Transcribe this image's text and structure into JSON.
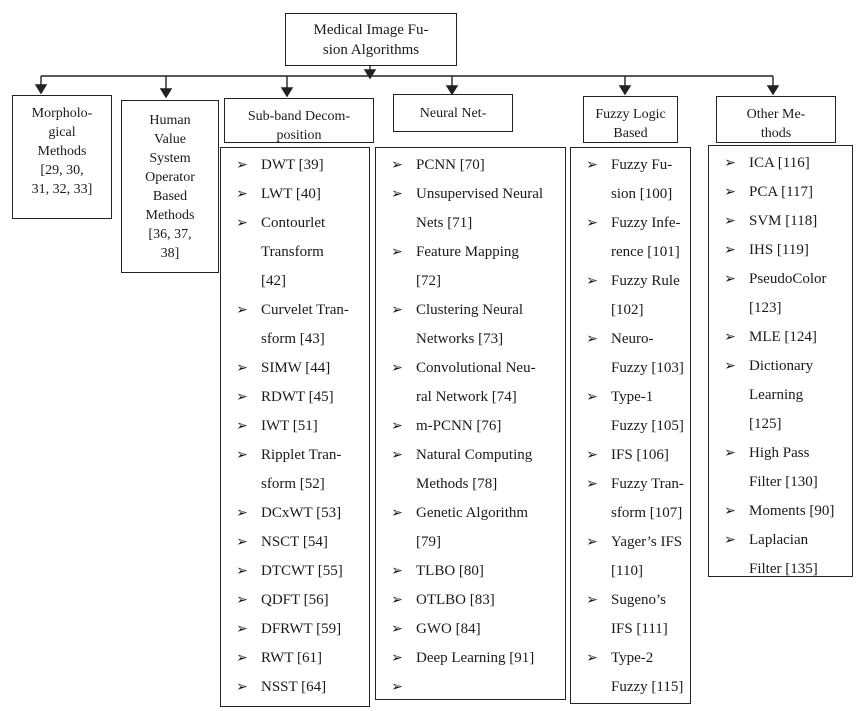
{
  "title": "Medical Image Fu-\nsion Algorithms",
  "bullet": "➢",
  "columns": [
    {
      "header": "Morpholo-\ngical\nMethods\n[29, 30,\n31, 32, 33]",
      "items": []
    },
    {
      "header": "Human\nValue\nSystem\nOperator\nBased\nMethods\n[36, 37,\n38]",
      "items": []
    },
    {
      "header": "Sub-band Decom-\nposition",
      "items": [
        "DWT [39]",
        "LWT [40]",
        "Contourlet\nTransform\n[42]",
        "Curvelet Tran-\nsform [43]",
        "SIMW [44]",
        "RDWT [45]",
        "IWT [51]",
        "Ripplet   Tran-\nsform [52]",
        "DCxWT [53]",
        "NSCT [54]",
        "DTCWT [55]",
        "QDFT [56]",
        "DFRWT [59]",
        "RWT [61]",
        "NSST [64]"
      ]
    },
    {
      "header": "Neural Net-",
      "items": [
        "PCNN [70]",
        "Unsupervised Neural\nNets [71]",
        "Feature Mapping\n[72]",
        "Clustering Neural\nNetworks [73]",
        "Convolutional Neu-\nral Network [74]",
        "m-PCNN [76]",
        "Natural Computing\nMethods [78]",
        "Genetic Algorithm\n[79]",
        "TLBO [80]",
        "OTLBO [83]",
        "GWO [84]",
        "Deep Learning [91]",
        ""
      ]
    },
    {
      "header": "Fuzzy Logic\nBased",
      "items": [
        "Fuzzy Fu-\nsion [100]",
        "Fuzzy Infe-\nrence [101]",
        "Fuzzy Rule\n[102]",
        "Neuro-\nFuzzy [103]",
        "Type-1\nFuzzy [105]",
        "IFS [106]",
        "Fuzzy Tran-\nsform [107]",
        "Yager’s IFS\n[110]",
        "Sugeno’s\nIFS [111]",
        "Type-2\nFuzzy [115]"
      ]
    },
    {
      "header": "Other Me-\nthods",
      "items": [
        "ICA [116]",
        "PCA [117]",
        "SVM [118]",
        "IHS [119]",
        "PseudoColor\n[123]",
        "MLE [124]",
        "Dictionary\nLearning\n[125]",
        "High Pass\nFilter [130]",
        "Moments [90]",
        "Laplacian\nFilter [135]"
      ]
    }
  ]
}
